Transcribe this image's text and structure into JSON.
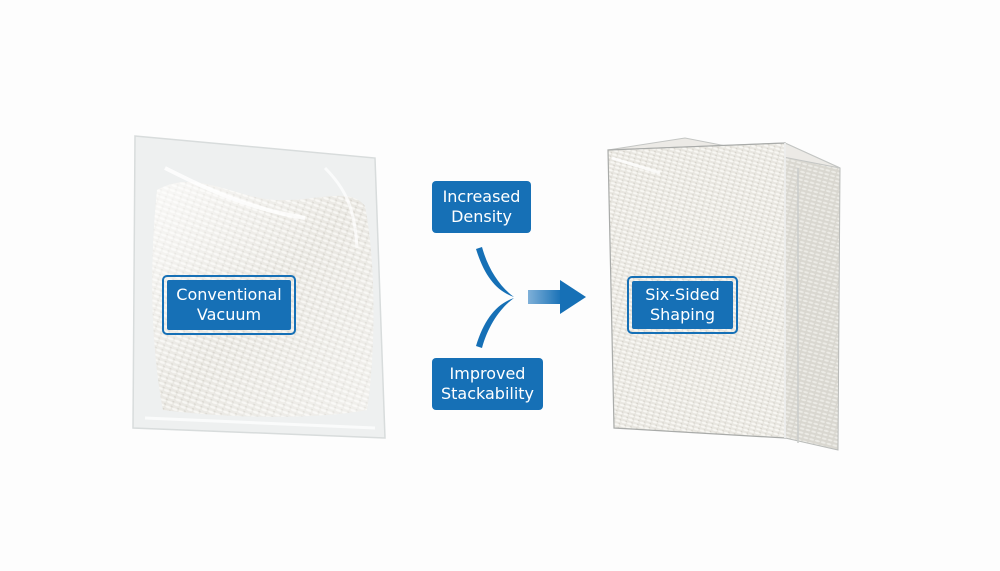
{
  "diagram": {
    "type": "process-comparison",
    "colors": {
      "accent_blue": "#1670b6",
      "label_text": "#ffffff",
      "background": "#fdfdfd",
      "film": "#e9ecec",
      "contents": "#e4e2dc"
    },
    "before": {
      "label": "Conventional\nVacuum",
      "illustration": "irregular-vacuum-pouch"
    },
    "benefits": [
      {
        "label": "Increased\nDensity"
      },
      {
        "label": "Improved\nStackability"
      }
    ],
    "flow": {
      "connector_icon": "merge-bracket-icon",
      "arrow_icon": "arrow-right-icon"
    },
    "after": {
      "label": "Six-Sided\nShaping",
      "illustration": "rectangular-brick-package"
    }
  }
}
